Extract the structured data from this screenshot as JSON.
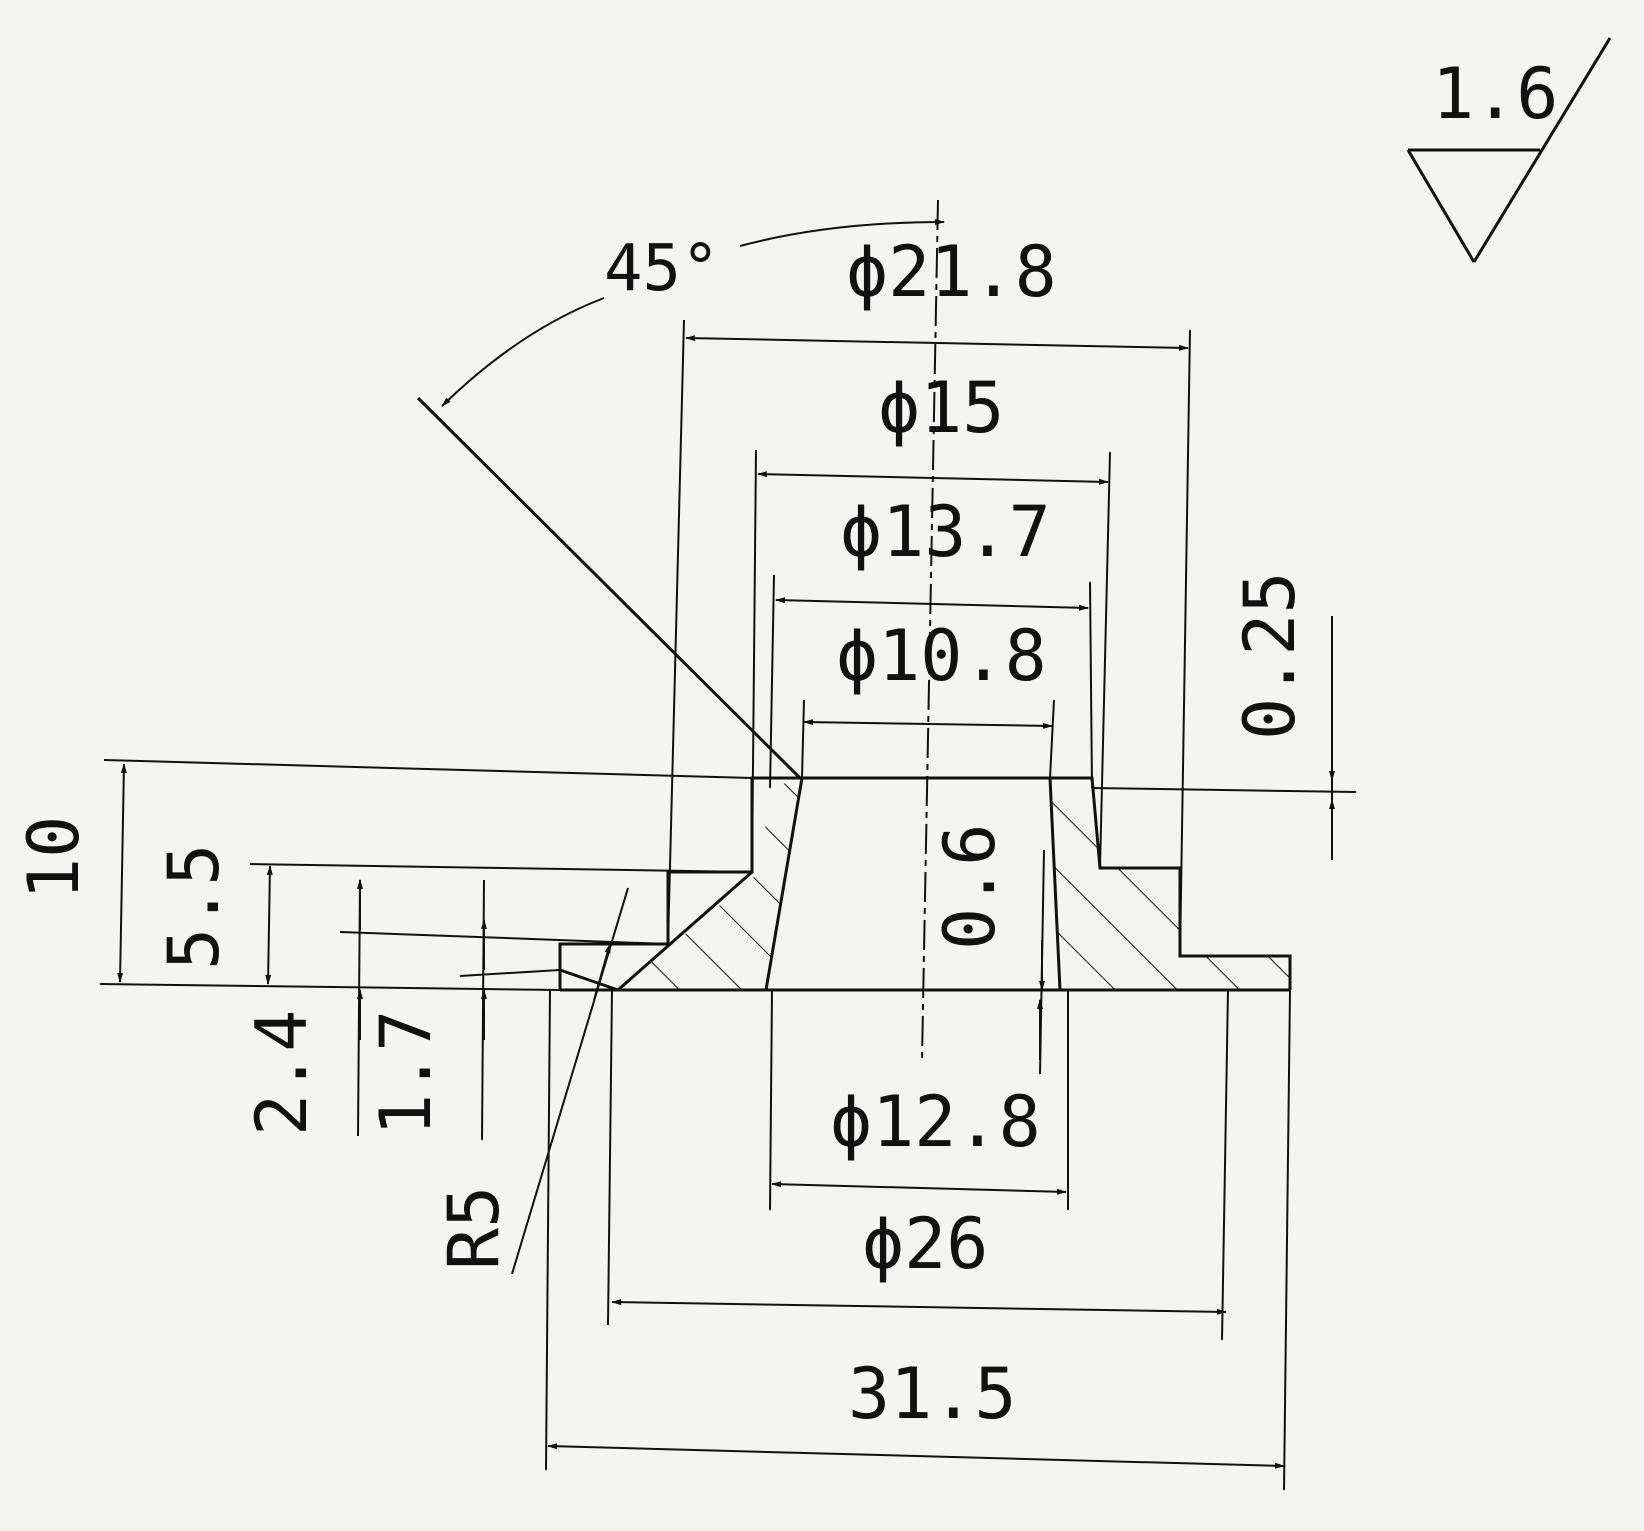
{
  "roughness": {
    "value": "1.6"
  },
  "angle": {
    "label": "45°"
  },
  "diameters": {
    "d21_8": "ϕ21.8",
    "d15": "ϕ15",
    "d13_7": "ϕ13.7",
    "d10_8": "ϕ10.8",
    "d12_8": "ϕ12.8",
    "d26": "ϕ26"
  },
  "lengths": {
    "overall_width": "31.5",
    "height_total": "10",
    "height_5_5": "5.5",
    "height_2_4": "2.4",
    "height_1_7": "1.7",
    "depth_0_6": "0.6",
    "depth_0_25": "0.25"
  },
  "radius": {
    "label": "R5"
  }
}
